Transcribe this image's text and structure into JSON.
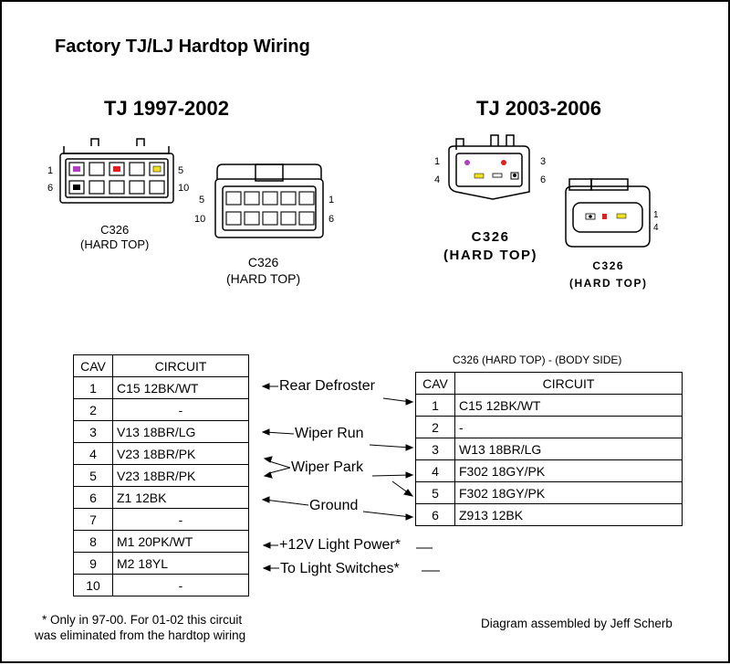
{
  "title": "Factory TJ/LJ Hardtop Wiring",
  "left_section": {
    "heading": "TJ 1997-2002",
    "connector_a": {
      "pins_left": [
        "1",
        "6"
      ],
      "pins_right": [
        "5",
        "10"
      ],
      "name": "C326",
      "sub": "(HARD TOP)"
    },
    "connector_b": {
      "pins_left": [
        "5",
        "10"
      ],
      "pins_right": [
        "1",
        "6"
      ],
      "name": "C326",
      "sub": "(HARD TOP)"
    }
  },
  "right_section": {
    "heading": "TJ 2003-2006",
    "connector_a": {
      "pins_left": [
        "1",
        "4"
      ],
      "pins_right": [
        "3",
        "6"
      ],
      "name": "C326",
      "sub": "(HARD TOP)"
    },
    "connector_b": {
      "pins_right": [
        "1",
        "4"
      ],
      "name": "C326",
      "sub": "(HARD TOP)"
    }
  },
  "left_table": {
    "headers": [
      "CAV",
      "CIRCUIT"
    ],
    "rows": [
      {
        "cav": "1",
        "circuit": "C15 12BK/WT"
      },
      {
        "cav": "2",
        "circuit": "-"
      },
      {
        "cav": "3",
        "circuit": "V13 18BR/LG"
      },
      {
        "cav": "4",
        "circuit": "V23 18BR/PK"
      },
      {
        "cav": "5",
        "circuit": "V23 18BR/PK"
      },
      {
        "cav": "6",
        "circuit": "Z1 12BK"
      },
      {
        "cav": "7",
        "circuit": "-"
      },
      {
        "cav": "8",
        "circuit": "M1 20PK/WT"
      },
      {
        "cav": "9",
        "circuit": "M2 18YL"
      },
      {
        "cav": "10",
        "circuit": "-"
      }
    ]
  },
  "right_table": {
    "caption": "C326 (HARD TOP) - (BODY SIDE)",
    "headers": [
      "CAV",
      "CIRCUIT"
    ],
    "rows": [
      {
        "cav": "1",
        "circuit": "C15 12BK/WT"
      },
      {
        "cav": "2",
        "circuit": "-"
      },
      {
        "cav": "3",
        "circuit": "W13 18BR/LG"
      },
      {
        "cav": "4",
        "circuit": "F302 18GY/PK"
      },
      {
        "cav": "5",
        "circuit": "F302 18GY/PK"
      },
      {
        "cav": "6",
        "circuit": "Z913 12BK"
      }
    ]
  },
  "links": {
    "rear_defroster": "Rear Defroster",
    "wiper_run": "Wiper Run",
    "wiper_park": "Wiper Park",
    "ground": "Ground",
    "light_power": "+12V Light Power*",
    "light_switches": "To Light Switches*"
  },
  "footnote": {
    "line1": "* Only in 97-00.  For 01-02 this circuit",
    "line2": "was eliminated from the hardtop wiring"
  },
  "credit": "Diagram assembled by Jeff Scherb",
  "colors": {
    "purple": "#b040c0",
    "red": "#e02020",
    "yellow": "#f0e020",
    "black": "#000000"
  }
}
